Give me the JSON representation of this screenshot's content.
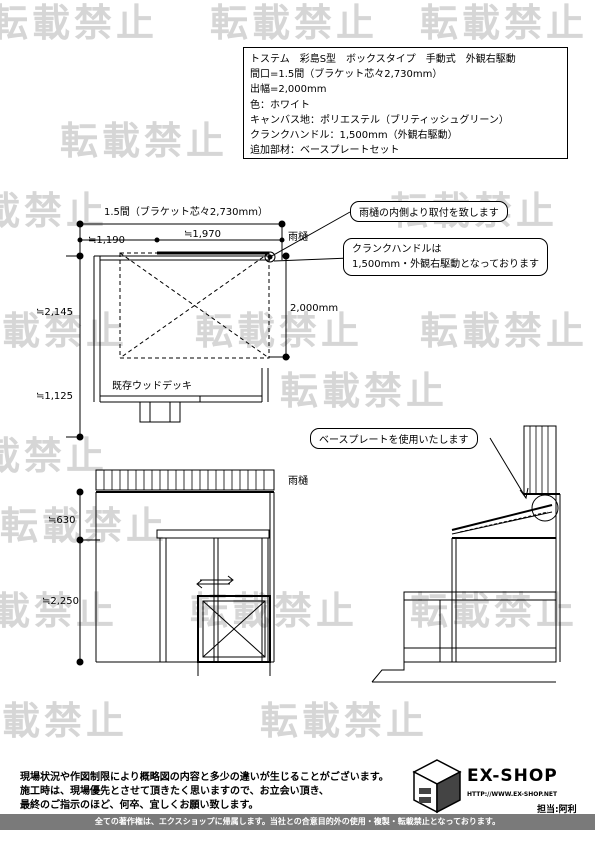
{
  "watermark": {
    "text": "転載禁止"
  },
  "spec": {
    "lines": [
      "トステム　彩島S型　ボックスタイプ　手動式　外観右駆動",
      "間口=1.5間（ブラケット芯々2,730mm）",
      "出幅=2,000mm",
      "色：ホワイト",
      "キャンバス地：ポリエステル（ブリティッシュグリーン）",
      "クランクハンドル：1,500mm（外観右駆動）",
      "追加部材：ベースプレートセット"
    ]
  },
  "plan": {
    "width_label": "1.5間（ブラケット芯々2,730mm）",
    "dim_left": "≒1,190",
    "dim_right": "≒1,970",
    "gutter": "雨樋",
    "depth": "2,000mm",
    "side_top": "≒2,145",
    "side_bottom": "≒1,125",
    "deck": "既存ウッドデッキ"
  },
  "elevation": {
    "gutter": "雨樋",
    "h_top": "≒630",
    "h_bottom": "≒2,250"
  },
  "callouts": {
    "gutter_inside": "雨樋の内側より取付を致します",
    "crank_line1": "クランクハンドルは",
    "crank_line2": "1,500mm・外観右駆動となっております",
    "base_plate": "ベースプレートを使用いたします"
  },
  "notes": {
    "line1": "現場状況や作図制限により概略図の内容と多少の違いが生じることがございます。",
    "line2": "施工時は、現場優先とさせて頂きたく思いますので、お立会い頂き、",
    "line3": "最終のご指示のほど、何卒、宜しくお願い致します。"
  },
  "logo": {
    "name": "EX-SHOP",
    "url": "HTTP://WWW.EX-SHOP.NET",
    "staff": "担当:阿利"
  },
  "footer": "全ての著作権は、エクスショップに帰属します。当社との合意目的外の使用・複製・転載禁止となっております。"
}
